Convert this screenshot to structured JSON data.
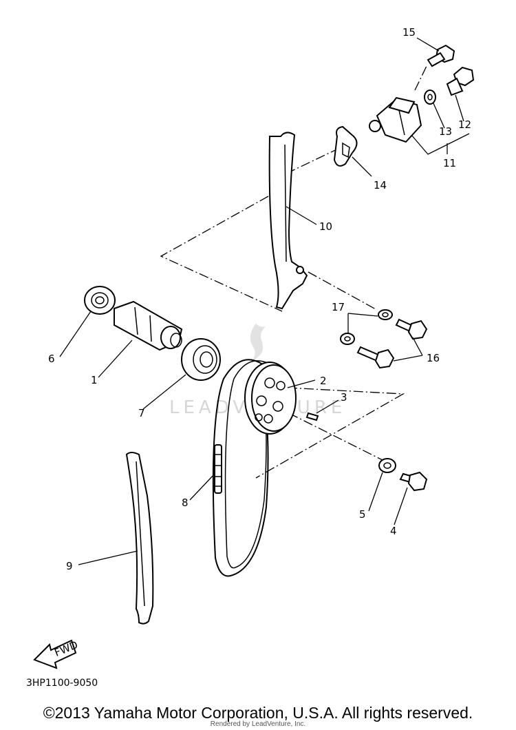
{
  "watermark": "LEADVENTURE",
  "callouts": {
    "p1": "1",
    "p2": "2",
    "p3": "3",
    "p4": "4",
    "p5": "5",
    "p6": "6",
    "p7": "7",
    "p8": "8",
    "p9": "9",
    "p10": "10",
    "p11": "11",
    "p12": "12",
    "p13": "13",
    "p14": "14",
    "p15": "15",
    "p16": "16",
    "p17": "17"
  },
  "fwd_label": "FWD",
  "diagram_code": "3HP1100-9050",
  "copyright": "©2013 Yamaha Motor Corporation, U.S.A. All rights reserved.",
  "rendered_by": "Rendered by LeadVenture, Inc."
}
